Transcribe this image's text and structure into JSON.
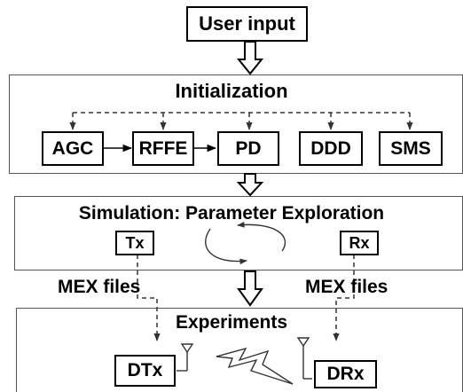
{
  "diagram": {
    "user_input": "User input",
    "initialization": {
      "title": "Initialization",
      "blocks": [
        "AGC",
        "RFFE",
        "PD",
        "DDD",
        "SMS"
      ]
    },
    "simulation": {
      "title": "Simulation: Parameter Exploration",
      "tx": "Tx",
      "rx": "Rx"
    },
    "mex_left": "MEX files",
    "mex_right": "MEX files",
    "experiments": {
      "title": "Experiments",
      "dtx": "DTx",
      "drx": "DRx"
    }
  }
}
